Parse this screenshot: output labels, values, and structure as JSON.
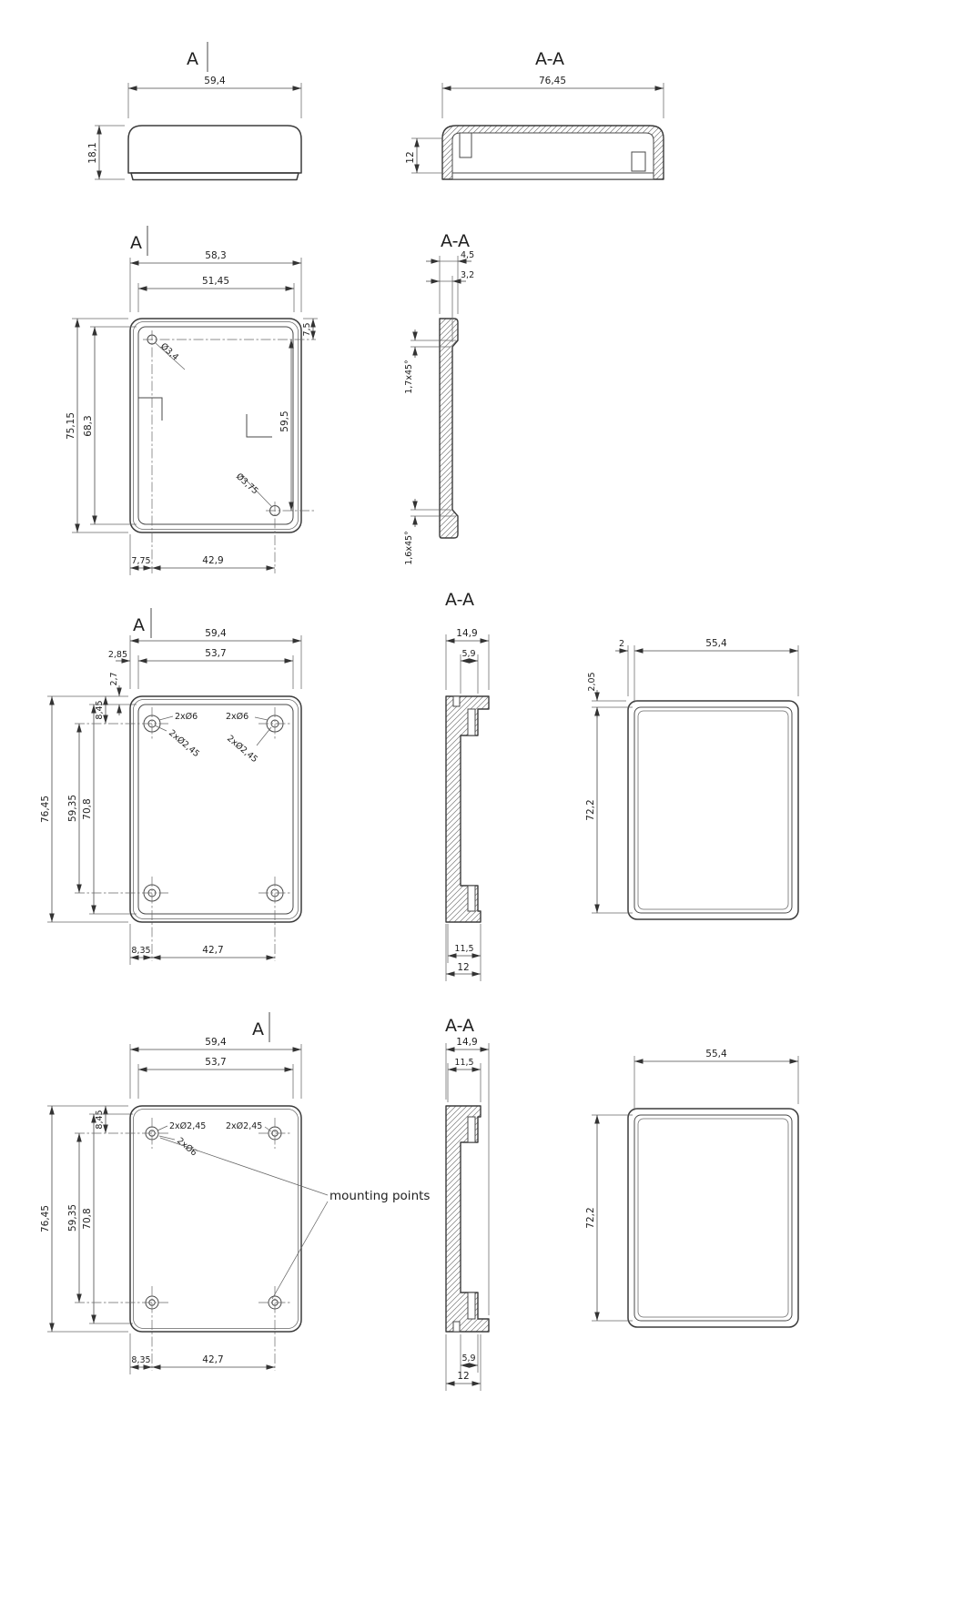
{
  "views": {
    "lid_side": {
      "marker": "A",
      "width": "59,4",
      "height": "18,1"
    },
    "lid_section": {
      "label": "A-A",
      "width": "76,45",
      "depth": "12"
    },
    "lid_plan": {
      "marker": "A",
      "outer_width": "58,3",
      "inner_width": "51,45",
      "hole_top_offset": "7,5",
      "outer_height": "75,15",
      "inner_height": "68,3",
      "hole_span_v": "59,5",
      "hole_dia_top": "Ø3,4",
      "hole_dia_bottom": "Ø3,75",
      "hole_left_offset": "7,75",
      "hole_span_h": "42,9"
    },
    "lid_profile": {
      "label": "A-A",
      "rim_width": "4,5",
      "wall_width": "3,2",
      "chamfer_top": "1,7x45°",
      "chamfer_bottom": "1,6x45°"
    },
    "base_inside": {
      "marker": "A",
      "outer_width": "59,4",
      "inner_width": "53,7",
      "edge_gap": "2,85",
      "wall_top": "2,7",
      "hole_top_offset": "8,45",
      "outer_height": "76,45",
      "hole_span_v": "59,35",
      "inner_height": "70,8",
      "boss_label_left": "2xØ6",
      "boss_label_right": "2xØ6",
      "hole_label_left": "2xØ2,45",
      "hole_label_right": "2xØ2,45",
      "hole_left_offset": "8,35",
      "hole_span_h": "42,7"
    },
    "base_profile": {
      "label": "A-A",
      "depth_total": "14,9",
      "boss_width": "5,9",
      "lip_width": "11,5",
      "bottom_width": "12"
    },
    "base_cavity": {
      "wall": "2",
      "inner_width": "55,4",
      "wall_top": "2,05",
      "inner_height": "72,2"
    },
    "base_bottom": {
      "marker": "A",
      "outer_width": "59,4",
      "inner_width": "53,7",
      "hole_top_offset": "8,45",
      "outer_height": "76,45",
      "hole_span_v": "59,35",
      "inner_height": "70,8",
      "hole_label_left": "2xØ2,45",
      "hole_label_right": "2xØ2,45",
      "boss_label": "2xØ6",
      "annotation": "mounting points",
      "hole_left_offset": "8,35",
      "hole_span_h": "42,7"
    },
    "base_profile2": {
      "label": "A-A",
      "depth_total": "14,9",
      "lip_width": "11,5",
      "boss_width": "5,9",
      "bottom_width": "12"
    },
    "base_cavity2": {
      "inner_width": "55,4",
      "inner_height": "72,2"
    }
  }
}
